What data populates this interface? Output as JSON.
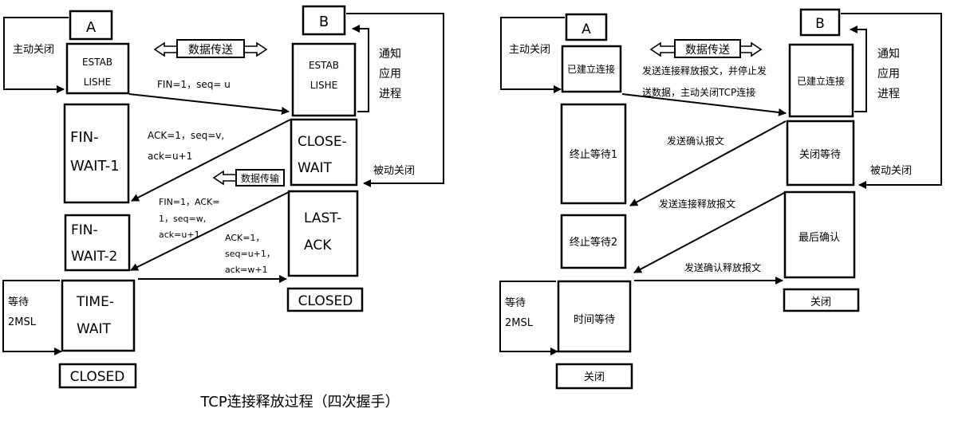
{
  "caption": "TCP连接释放过程（四次握手）",
  "left": {
    "a_label": "A",
    "b_label": "B",
    "active_close": "主动关闭",
    "data_transfer_top": "数据传送",
    "a_estab": [
      "ESTAB",
      "LISHE"
    ],
    "b_estab": [
      "ESTAB",
      "LISHE"
    ],
    "notify_app": [
      "通知",
      "应用",
      "进程"
    ],
    "passive_close": "被动关闭",
    "fin_wait_1": [
      "FIN-",
      "WAIT-1"
    ],
    "fin_wait_2": [
      "FIN-",
      "WAIT-2"
    ],
    "time_wait": [
      "TIME-",
      "WAIT"
    ],
    "close_wait": [
      "CLOSE-",
      "WAIT"
    ],
    "last_ack": [
      "LAST-",
      "ACK"
    ],
    "closed_b": "CLOSED",
    "closed_a": "CLOSED",
    "wait_2msl": [
      "等待",
      "2MSL"
    ],
    "data_transfer_mid": "数据传输",
    "msg1": "FIN=1，seq= u",
    "msg2": [
      "ACK=1，seq=v,",
      "ack=u+1"
    ],
    "msg3": [
      "FIN=1，ACK=",
      "1，seq=w,",
      "ack=u+1"
    ],
    "msg4": [
      "ACK=1，",
      "seq=u+1，",
      "ack=w+1"
    ]
  },
  "right": {
    "a_label": "A",
    "b_label": "B",
    "active_close": "主动关闭",
    "data_transfer_top": "数据传送",
    "a_estab": "已建立连接",
    "b_estab": "已建立连接",
    "notify_app": [
      "通知",
      "应用",
      "进程"
    ],
    "passive_close": "被动关闭",
    "fin_wait_1": "终止等待1",
    "fin_wait_2": "终止等待2",
    "time_wait": "时间等待",
    "close_wait": "关闭等待",
    "last_ack": "最后确认",
    "closed_b": "关闭",
    "closed_a": "关闭",
    "wait_2msl": [
      "等待",
      "2MSL"
    ],
    "msg1": [
      "发送连接释放报文，并停止发",
      "送数据，主动关闭TCP连接"
    ],
    "msg2": "发送确认报文",
    "msg3": "发送连接释放报文",
    "msg4": "发送确认释放报文"
  }
}
